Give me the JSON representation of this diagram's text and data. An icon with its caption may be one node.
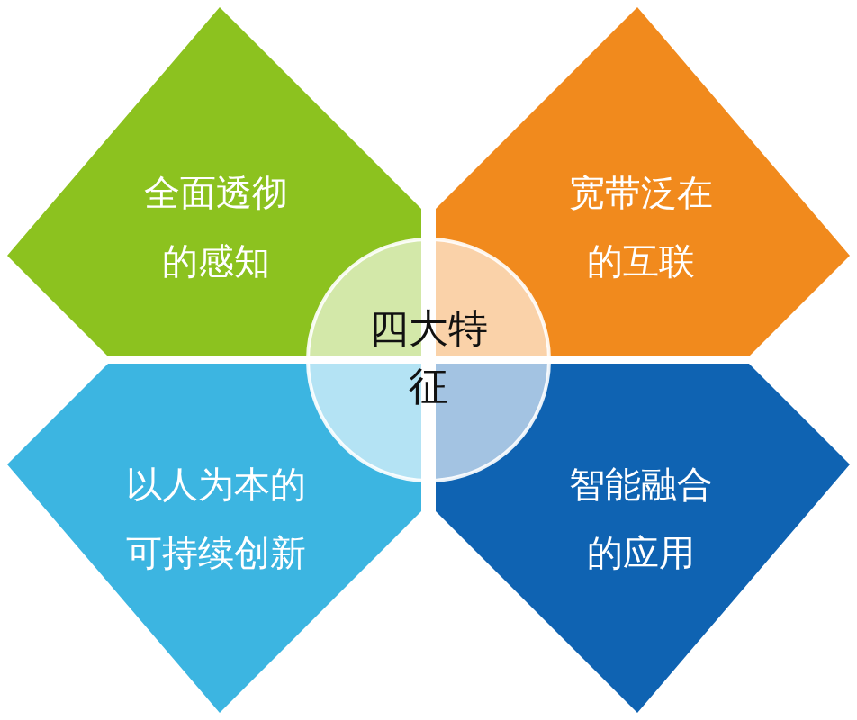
{
  "diagram": {
    "nodes": [
      {
        "text": [
          "全面透彻的感知"
        ]
      },
      {
        "text": [
          "宽带泛在的互联"
        ]
      },
      {
        "text": [
          "四大特征"
        ]
      },
      {
        "text": [
          "以人为本的可持续创新"
        ]
      },
      {
        "text": [
          "智能融合的应用"
        ]
      }
    ]
  }
}
